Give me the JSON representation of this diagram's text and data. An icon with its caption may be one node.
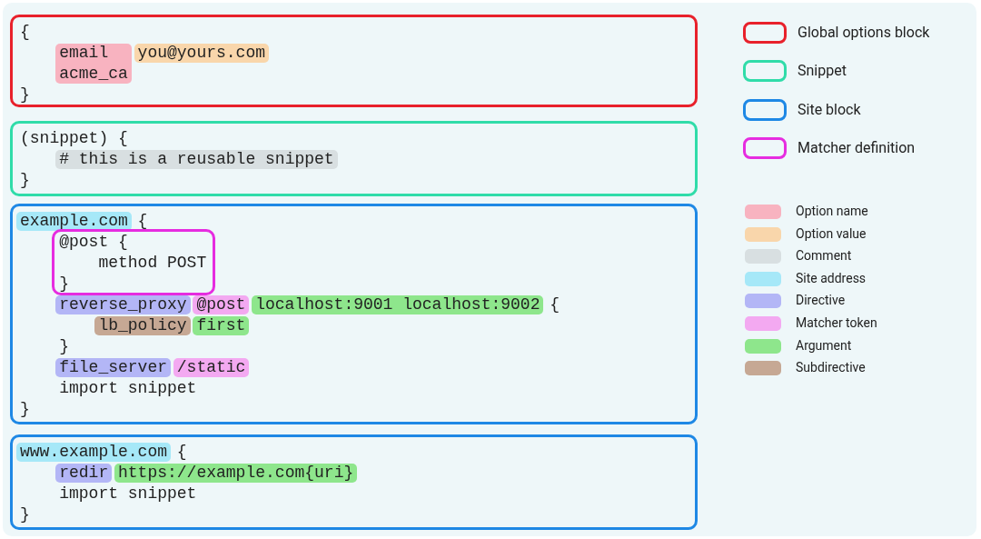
{
  "diagram": {
    "nodes": [
      {
        "text": [
          "{",
          "}"
        ]
      },
      {
        "text": [
          "email",
          "acme_ca"
        ],
        "in": 0
      },
      {
        "text": [
          "you@yours.com"
        ],
        "in": 0
      },
      {
        "text": [
          "(snippet) {",
          "}"
        ]
      },
      {
        "text": [
          "# this is a reusable snippet"
        ],
        "in": 3
      },
      {
        "text": [
          "{",
          "{",
          "}",
          "import snippet",
          "}"
        ]
      },
      {
        "text": [
          "example.com"
        ],
        "in": 5
      },
      {
        "text": [
          "@post {",
          "method POST",
          "}"
        ],
        "in": 5
      },
      {
        "text": [
          "reverse_proxy"
        ],
        "in": 5
      },
      {
        "text": [
          "@post"
        ],
        "in": 5
      },
      {
        "text": [
          "localhost:9001 localhost:9002"
        ],
        "in": 5
      },
      {
        "text": [
          "lb_policy"
        ],
        "in": 5
      },
      {
        "text": [
          "first"
        ],
        "in": 5
      },
      {
        "text": [
          "file_server"
        ],
        "in": 5
      },
      {
        "text": [
          "/static"
        ],
        "in": 5
      },
      {
        "text": [
          "{",
          "import snippet",
          "}"
        ]
      },
      {
        "text": [
          "www.example.com"
        ],
        "in": 15
      },
      {
        "text": [
          "redir"
        ],
        "in": 15
      },
      {
        "text": [
          "https://example.com{uri}"
        ],
        "in": 15
      }
    ],
    "legend": [
      {
        "text": "Global options block"
      },
      {
        "text": "Snippet"
      },
      {
        "text": "Site block"
      },
      {
        "text": "Matcher definition"
      },
      {
        "text": "Option name",
        "color": "#f8b3c0"
      },
      {
        "text": "Option value",
        "color": "#f9d6ab"
      },
      {
        "text": "Comment",
        "color": "#d8dfe1"
      },
      {
        "text": "Site address",
        "color": "#a6e8f8"
      },
      {
        "text": "Directive",
        "color": "#b3b6f6"
      },
      {
        "text": "Matcher token",
        "color": "#f3a9f1"
      },
      {
        "text": "Argument",
        "color": "#8ee68c"
      },
      {
        "text": "Subdirective",
        "color": "#c6a894"
      }
    ]
  }
}
